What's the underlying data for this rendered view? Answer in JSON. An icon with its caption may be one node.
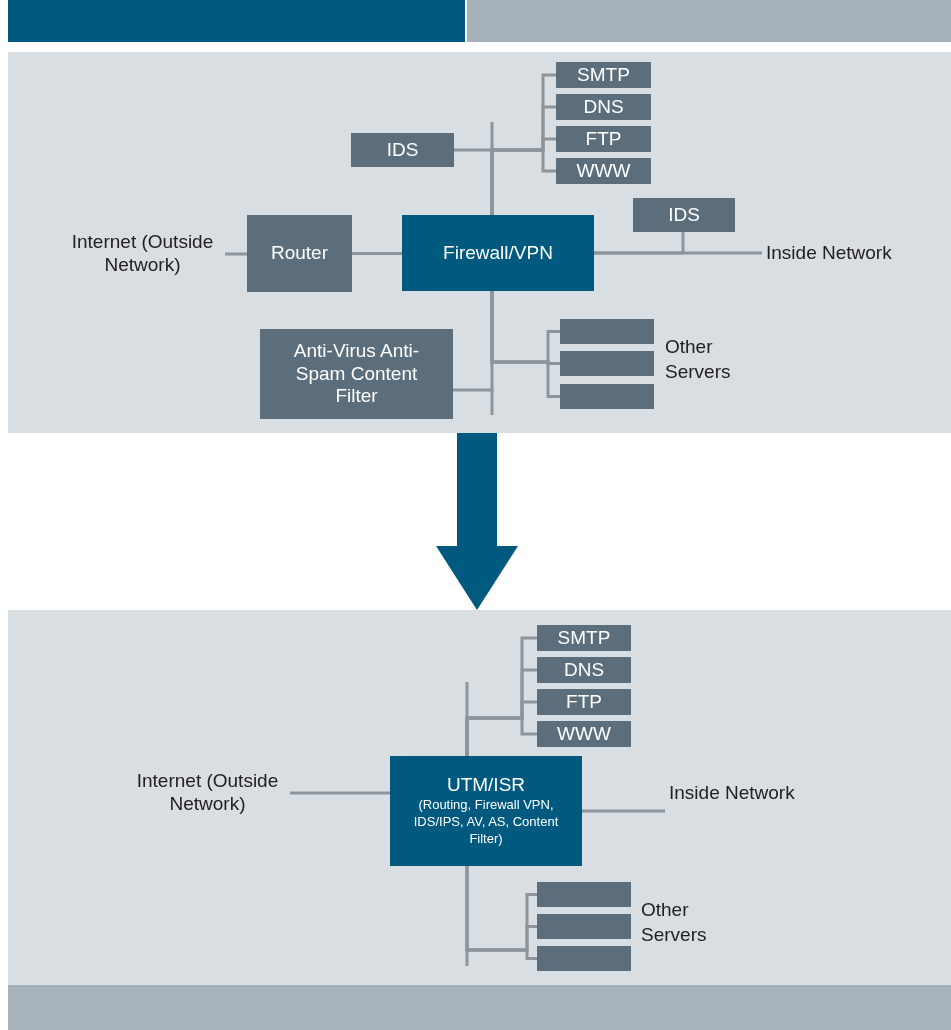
{
  "diagram": {
    "nodes": [
      {
        "text": [],
        "shape": "box"
      },
      {
        "text": [
          "Internet (Outside Network)"
        ],
        "in": 0
      },
      {
        "text": [
          "Router"
        ],
        "in": 0
      },
      {
        "text": [
          "Firewall/VPN"
        ],
        "in": 0
      },
      {
        "text": [
          "IDS"
        ],
        "in": 0
      },
      {
        "text": [
          "SMTP"
        ],
        "in": 0
      },
      {
        "text": [
          "DNS"
        ],
        "in": 0
      },
      {
        "text": [
          "FTP"
        ],
        "in": 0
      },
      {
        "text": [
          "WWW"
        ],
        "in": 0
      },
      {
        "text": [
          "IDS"
        ],
        "in": 0
      },
      {
        "text": [
          "Inside Network"
        ],
        "in": 0
      },
      {
        "text": [
          "Anti-Virus Anti-Spam Content Filter"
        ],
        "in": 0
      },
      {
        "text": [],
        "shape": "box",
        "in": 0
      },
      {
        "text": [],
        "shape": "box",
        "in": 0
      },
      {
        "text": [],
        "shape": "box",
        "in": 0
      },
      {
        "text": [],
        "shape": "box"
      },
      {
        "text": [
          "Internet (Outside Network)"
        ],
        "in": 15
      },
      {
        "text": [
          "UTM/ISR",
          "(Routing, Firewall VPN, IDS/IPS, AV, AS, Content Filter)"
        ],
        "in": 15
      },
      {
        "text": [
          "SMTP"
        ],
        "in": 15
      },
      {
        "text": [
          "DNS"
        ],
        "in": 15
      },
      {
        "text": [
          "FTP"
        ],
        "in": 15
      },
      {
        "text": [
          "WWW"
        ],
        "in": 15
      },
      {
        "text": [
          "Inside Network"
        ],
        "in": 15
      },
      {
        "text": [],
        "shape": "box",
        "in": 15
      },
      {
        "text": [],
        "shape": "box",
        "in": 15
      },
      {
        "text": [],
        "shape": "box",
        "in": 15
      }
    ],
    "edges": [
      {
        "from": 1,
        "to": 2,
        "arrow": "none"
      },
      {
        "from": 2,
        "to": 3,
        "arrow": "none"
      },
      {
        "from": 3,
        "to": 10,
        "arrow": "none"
      },
      {
        "from": 3,
        "to": 9,
        "arrow": "none"
      },
      {
        "from": 3,
        "to": 4,
        "arrow": "none"
      },
      {
        "from": 3,
        "to": 5,
        "arrow": "none"
      },
      {
        "from": 3,
        "to": 6,
        "arrow": "none"
      },
      {
        "from": 3,
        "to": 7,
        "arrow": "none"
      },
      {
        "from": 3,
        "to": 8,
        "arrow": "none"
      },
      {
        "from": 3,
        "to": 11,
        "arrow": "none"
      },
      {
        "from": 3,
        "to": 12,
        "arrow": "none"
      },
      {
        "from": 3,
        "to": 13,
        "arrow": "none"
      },
      {
        "from": 3,
        "to": 14,
        "arrow": "none"
      },
      {
        "from": 0,
        "to": 15,
        "arrow": "to",
        "style": "thick",
        "color": "#005a80"
      },
      {
        "from": 16,
        "to": 17,
        "arrow": "none"
      },
      {
        "from": 17,
        "to": 22,
        "arrow": "none"
      },
      {
        "from": 17,
        "to": 18,
        "arrow": "none"
      },
      {
        "from": 17,
        "to": 19,
        "arrow": "none"
      },
      {
        "from": 17,
        "to": 20,
        "arrow": "none"
      },
      {
        "from": 17,
        "to": 21,
        "arrow": "none"
      },
      {
        "from": 17,
        "to": 23,
        "arrow": "none"
      },
      {
        "from": 17,
        "to": 24,
        "arrow": "none"
      },
      {
        "from": 17,
        "to": 25,
        "arrow": "none"
      }
    ],
    "labels": [
      "Other Servers",
      "Other Servers"
    ]
  }
}
